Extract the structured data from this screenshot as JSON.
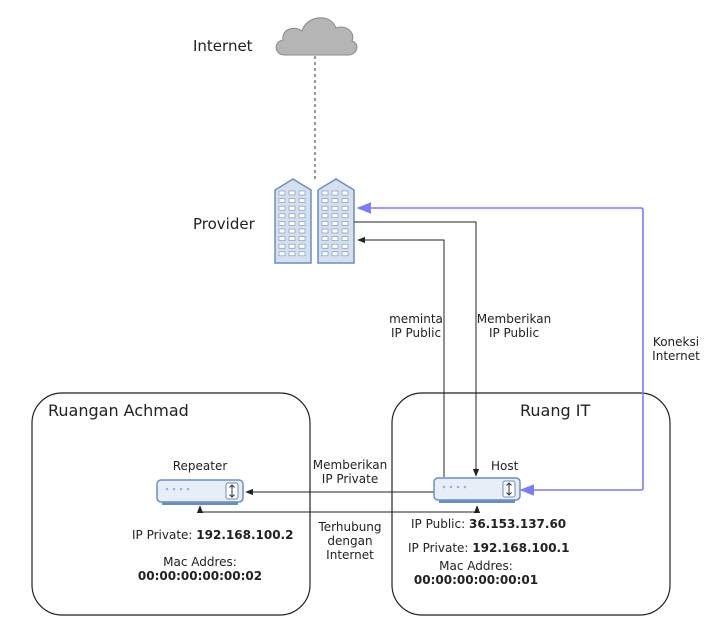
{
  "nodes": {
    "internet": {
      "label": "Internet"
    },
    "provider": {
      "label": "Provider"
    }
  },
  "rooms": {
    "left": {
      "title": "Ruangan Achmad"
    },
    "right": {
      "title": "Ruang IT"
    }
  },
  "devices": {
    "repeater": {
      "name": "Repeater",
      "ip_private_label": "IP Private:",
      "ip_private": "192.168.100.2",
      "mac_label": "Mac Addres:",
      "mac": "00:00:00:00:00:02"
    },
    "host": {
      "name": "Host",
      "ip_public_label": "IP Public:",
      "ip_public": "36.153.137.60",
      "ip_private_label": "IP Private:",
      "ip_private": "192.168.100.1",
      "mac_label": "Mac Addres:",
      "mac": "00:00:00:00:00:01"
    }
  },
  "edges": {
    "meminta": {
      "line1": "meminta",
      "line2": "IP Public"
    },
    "memberikan_public": {
      "line1": "Memberikan",
      "line2": "IP Public"
    },
    "koneksi": {
      "line1": "Koneksi",
      "line2": "Internet"
    },
    "memberikan_private": {
      "line1": "Memberikan",
      "line2": "IP Private"
    },
    "terhubung": {
      "line1": "Terhubung",
      "line2": "dengan",
      "line3": "Internet"
    }
  },
  "colors": {
    "blue_edge": "#7b7ef0",
    "device_fill": "#e8eef7",
    "device_stroke": "#6c8ebf",
    "building_fill": "#d6dfec",
    "cloud_fill": "#b5b5b5"
  }
}
